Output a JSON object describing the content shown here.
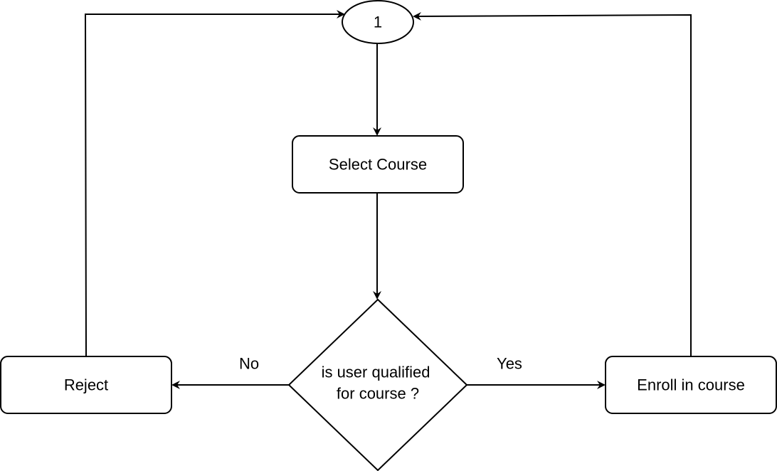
{
  "nodes": {
    "start_connector": {
      "label": "1"
    },
    "select_course": {
      "label": "Select Course"
    },
    "decision": {
      "line1": "is user qualified",
      "line2": "for course ?"
    },
    "reject": {
      "label": "Reject"
    },
    "enroll": {
      "label": "Enroll in course"
    }
  },
  "edge_labels": {
    "no": "No",
    "yes": "Yes"
  },
  "colors": {
    "stroke": "#000000",
    "fill": "#ffffff",
    "background": "#ffffff"
  }
}
